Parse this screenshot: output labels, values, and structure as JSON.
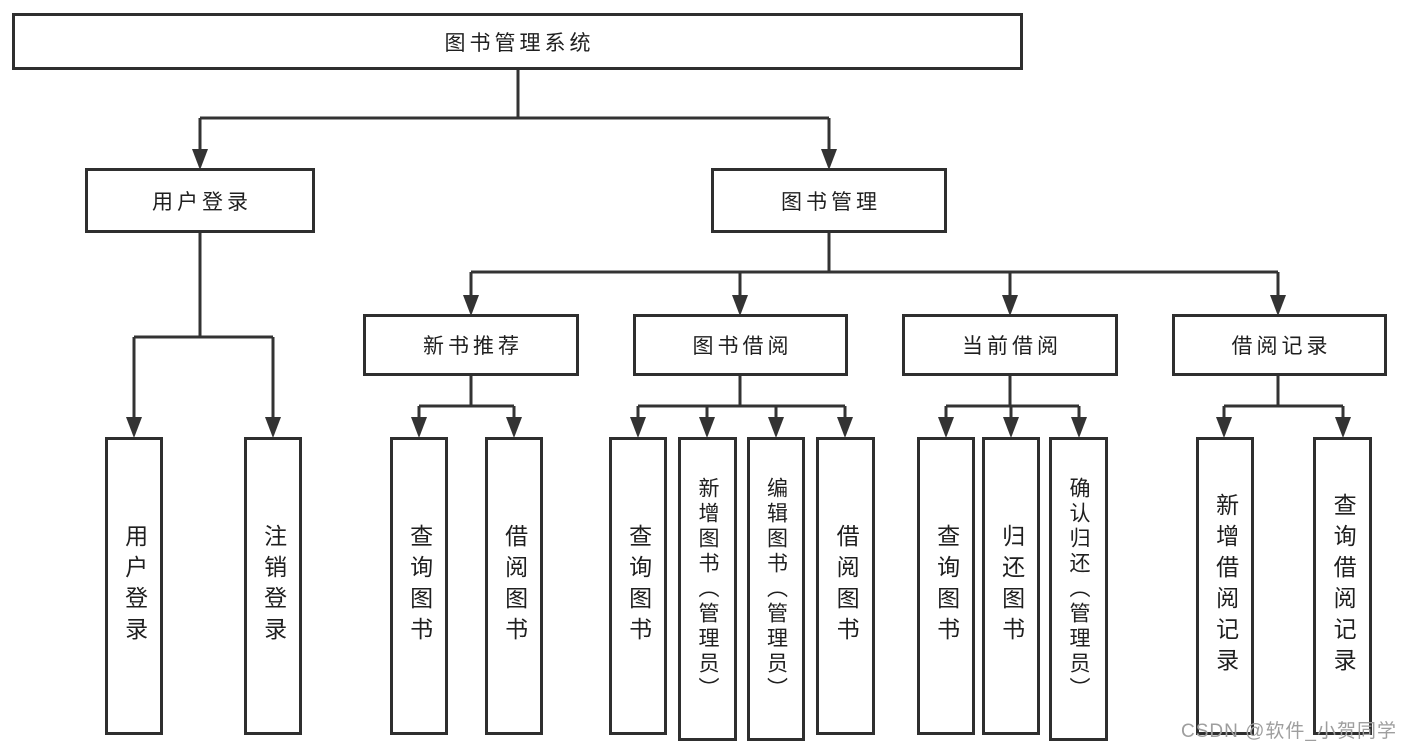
{
  "tree": {
    "root": {
      "label": "图书管理系统"
    },
    "branches": [
      {
        "label": "用户登录",
        "children": [
          {
            "label": "用户登录"
          },
          {
            "label": "注销登录"
          }
        ]
      },
      {
        "label": "图书管理",
        "children": [
          {
            "label": "新书推荐",
            "children": [
              {
                "label": "查询图书"
              },
              {
                "label": "借阅图书"
              }
            ]
          },
          {
            "label": "图书借阅",
            "children": [
              {
                "label": "查询图书"
              },
              {
                "label": "新增图书（管理员）"
              },
              {
                "label": "编辑图书（管理员）"
              },
              {
                "label": "借阅图书"
              }
            ]
          },
          {
            "label": "当前借阅",
            "children": [
              {
                "label": "查询图书"
              },
              {
                "label": "归还图书"
              },
              {
                "label": "确认归还（管理员）"
              }
            ]
          },
          {
            "label": "借阅记录",
            "children": [
              {
                "label": "新增借阅记录"
              },
              {
                "label": "查询借阅记录"
              }
            ]
          }
        ]
      }
    ]
  },
  "watermark": {
    "text": "CSDN @软件_小贺同学"
  },
  "colors": {
    "line": "#333333",
    "box_border": "#2f2f2f",
    "text": "#1f1f1f",
    "watermark": "#9e9e9e",
    "background": "#ffffff"
  }
}
